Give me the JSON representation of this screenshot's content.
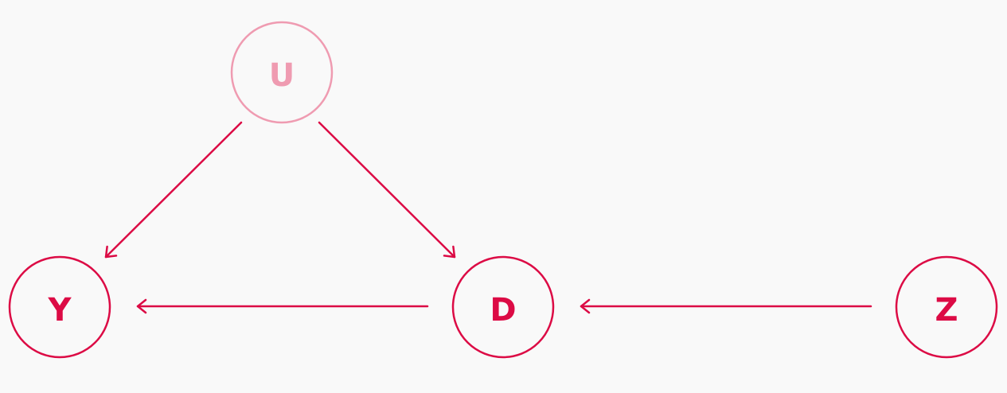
{
  "colors": {
    "background": "#f9f9f9",
    "primary": "#dc0b45",
    "latent": "#ef9bb1"
  },
  "nodes": {
    "u": {
      "label": "U",
      "style": "latent"
    },
    "y": {
      "label": "Y",
      "style": "observed"
    },
    "d": {
      "label": "D",
      "style": "observed"
    },
    "z": {
      "label": "Z",
      "style": "observed"
    }
  },
  "edges": [
    {
      "from": "U",
      "to": "Y"
    },
    {
      "from": "U",
      "to": "D"
    },
    {
      "from": "D",
      "to": "Y"
    },
    {
      "from": "Z",
      "to": "D"
    }
  ]
}
